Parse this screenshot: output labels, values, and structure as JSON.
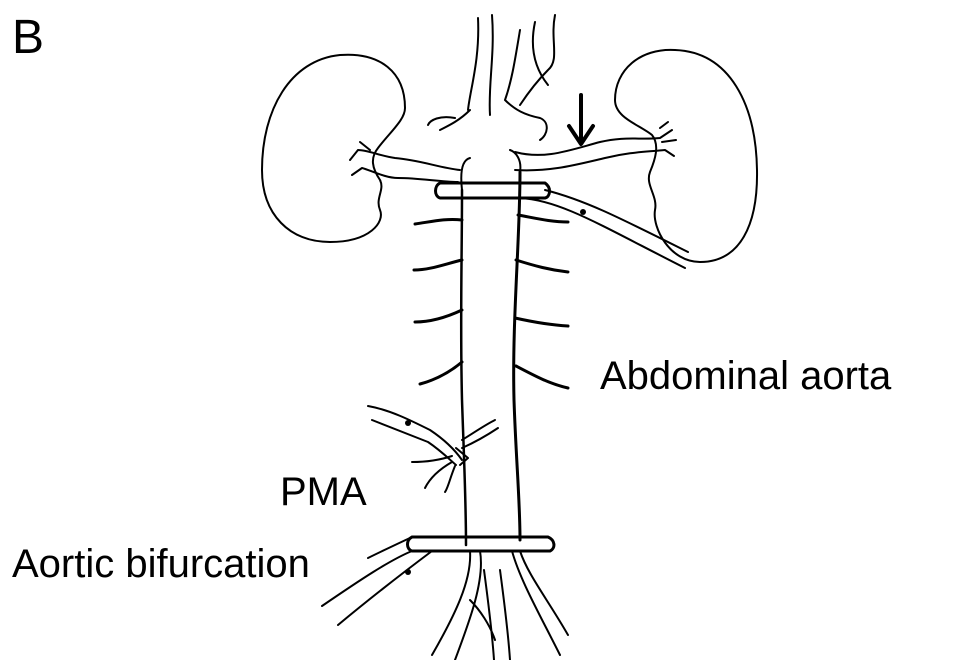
{
  "panel": {
    "letter": "B"
  },
  "labels": {
    "abdominal_aorta": "Abdominal aorta",
    "pma": "PMA",
    "aortic_bifurcation": "Aortic bifurcation"
  },
  "colors": {
    "line": "#000000",
    "arrow": "#1aa7e8",
    "background": "#ffffff"
  },
  "icons": {
    "marker": "down-arrow-icon"
  }
}
